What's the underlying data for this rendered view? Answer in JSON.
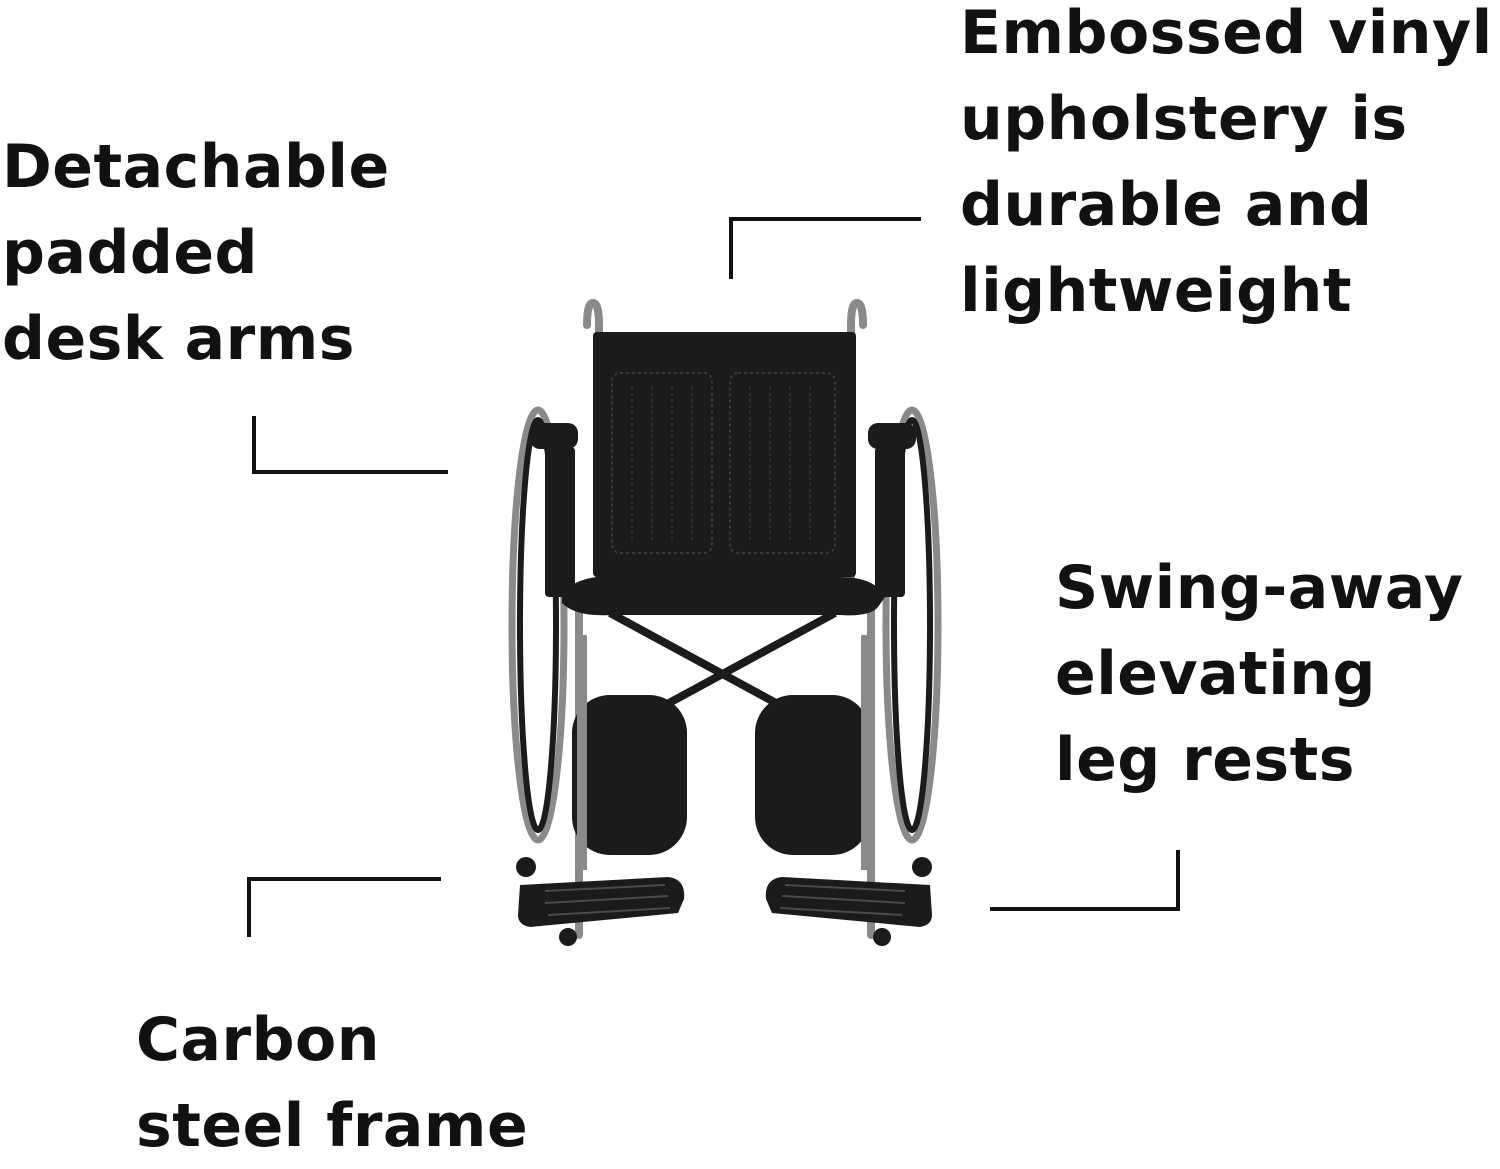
{
  "callouts": {
    "arms": {
      "lines": [
        "Detachable",
        "padded",
        "desk arms"
      ]
    },
    "vinyl": {
      "lines": [
        "Embossed vinyl",
        "upholstery is",
        "durable and",
        "lightweight"
      ]
    },
    "legs": {
      "lines": [
        "Swing-away",
        "elevating",
        "leg rests"
      ]
    },
    "frame": {
      "lines": [
        "Carbon",
        "steel frame"
      ]
    }
  },
  "colors": {
    "background": "#ffffff",
    "text": "#111111",
    "chair_body": "#1b1b1b",
    "chair_metal": "#8a8a8a"
  },
  "product": {
    "image_subject": "wheelchair-front-view"
  }
}
